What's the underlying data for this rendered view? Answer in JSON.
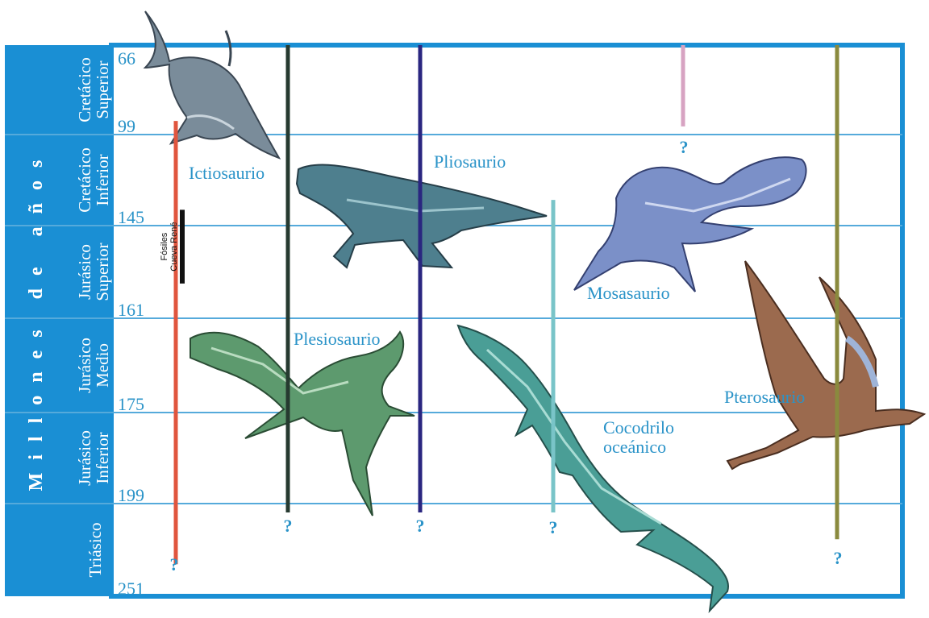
{
  "axis_title": "Millones de años",
  "periods": [
    {
      "name": "Cretácico Superior",
      "lines": [
        "Cretácico",
        "Superior"
      ]
    },
    {
      "name": "Cretácico Inferior",
      "lines": [
        "Cretácico",
        "Inferior"
      ]
    },
    {
      "name": "Jurásico Superior",
      "lines": [
        "Jurásico",
        "Superior"
      ]
    },
    {
      "name": "Jurásico Medio",
      "lines": [
        "Jurásico",
        "Medio"
      ]
    },
    {
      "name": "Jurásico Inferior",
      "lines": [
        "Jurásico",
        "Inferior"
      ]
    },
    {
      "name": "Triásico",
      "lines": [
        "Triásico"
      ]
    }
  ],
  "boundaries": [
    "66",
    "99",
    "145",
    "161",
    "175",
    "199",
    "251"
  ],
  "fossil_label": [
    "Fósiles",
    "Cueva René"
  ],
  "fossil_range_ma": [
    137,
    155
  ],
  "groups": [
    {
      "name": "Ictiosaurio",
      "label_lines": [
        "Ictiosaurio"
      ],
      "top_ma": 94,
      "bottom_ma": 233,
      "question": "?",
      "color": "#e0553e"
    },
    {
      "name": "Plesiosaurio",
      "label_lines": [
        "Plesiosaurio"
      ],
      "top_ma": 66,
      "bottom_ma": 204,
      "question": "?",
      "color": "#263a30"
    },
    {
      "name": "Pliosaurio",
      "label_lines": [
        "Pliosaurio"
      ],
      "top_ma": 66,
      "bottom_ma": 204,
      "question": "?",
      "color": "#2a2680"
    },
    {
      "name": "Cocodrilo oceánico",
      "label_lines": [
        "Cocodrilo",
        "oceánico"
      ],
      "top_ma": 132,
      "bottom_ma": 204,
      "question": "?",
      "color": "#79c4c8"
    },
    {
      "name": "Mosasaurio",
      "label_lines": [
        "Mosasaurio"
      ],
      "top_ma": 66,
      "bottom_ma": 96,
      "question": "?",
      "color": "#d7a3c2"
    },
    {
      "name": "Pterosaurio",
      "label_lines": [
        "Pterosaurio"
      ],
      "top_ma": 66,
      "bottom_ma": 219,
      "question": "?",
      "color": "#8a8a3e"
    }
  ],
  "colors": {
    "frame": "#1a8fd4",
    "grid": "#55aadb",
    "label": "#2a93c8",
    "panel": "#1a8fd4"
  }
}
